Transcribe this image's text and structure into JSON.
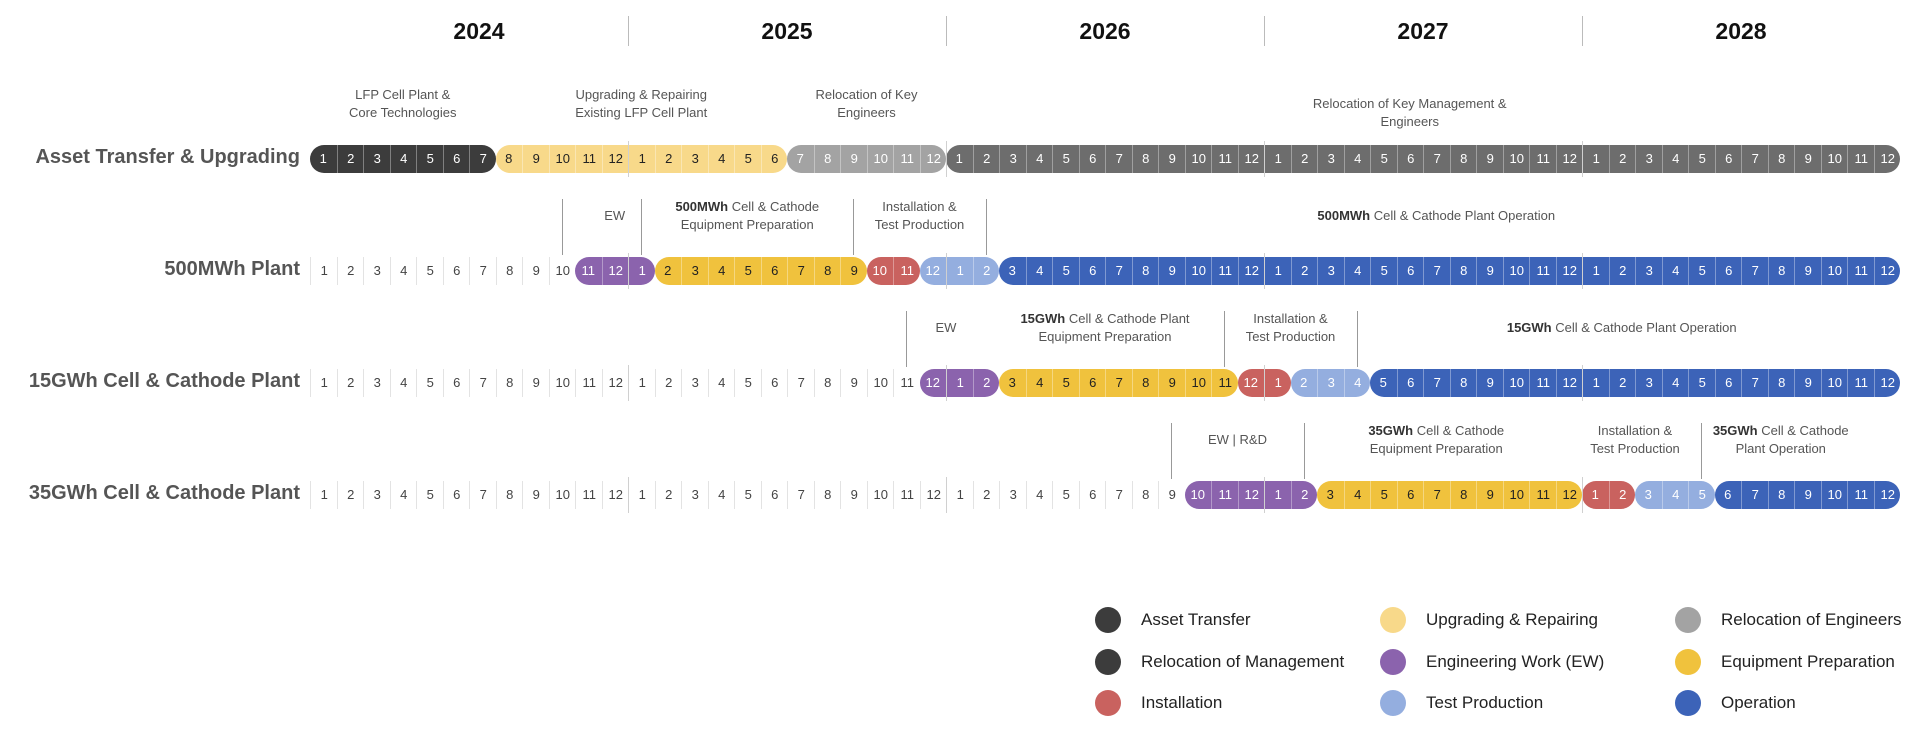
{
  "years": [
    "2024",
    "2025",
    "2026",
    "2027",
    "2028"
  ],
  "colors": {
    "asset": "#3c3c3c",
    "upgrade": "#f8d98a",
    "reloc_eng": "#a3a3a3",
    "reloc_mgmt": "#6d6d6d",
    "ew": "#8b63ad",
    "equip": "#f0c23d",
    "install": "#c9625f",
    "test": "#94aedf",
    "operation": "#3c63b8"
  },
  "rows": [
    {
      "label": "Asset Transfer & Upgrading",
      "segments": [
        {
          "start": 0,
          "end": 6,
          "color": "asset"
        },
        {
          "start": 7,
          "end": 17,
          "color": "upgrade"
        },
        {
          "start": 18,
          "end": 23,
          "color": "reloc_eng"
        },
        {
          "start": 24,
          "end": 59,
          "color": "reloc_mgmt"
        }
      ],
      "annotations": [
        {
          "text": "LFP Cell Plant &\nCore Technologies",
          "center": 3.5
        },
        {
          "text": "Upgrading & Repairing\nExisting LFP Cell Plant",
          "center": 12.5
        },
        {
          "text": "Relocation of Key\nEngineers",
          "center": 21.0
        },
        {
          "text": "Relocation of Key Management & Engineers",
          "center": 41.5
        }
      ]
    },
    {
      "label": "500MWh Plant",
      "segments": [
        {
          "start": 10,
          "end": 12,
          "color": "ew"
        },
        {
          "start": 13,
          "end": 20,
          "color": "equip"
        },
        {
          "start": 21,
          "end": 22,
          "color": "install"
        },
        {
          "start": 23,
          "end": 25,
          "color": "test"
        },
        {
          "start": 26,
          "end": 59,
          "color": "operation"
        }
      ],
      "annotations": [
        {
          "text": "EW",
          "center": 11.5,
          "bold": ""
        },
        {
          "text": " Cell & Cathode\nEquipment Preparation",
          "center": 16.5,
          "bold": "500MWh"
        },
        {
          "text": "Installation &\nTest Production",
          "center": 23.0,
          "bold": ""
        },
        {
          "text": " Cell & Cathode Plant Operation",
          "center": 42.5,
          "bold": "500MWh"
        }
      ],
      "dividers": [
        9.5,
        12.5,
        20.5,
        25.5
      ]
    },
    {
      "label": "15GWh Cell & Cathode Plant",
      "segments": [
        {
          "start": 23,
          "end": 25,
          "color": "ew"
        },
        {
          "start": 26,
          "end": 34,
          "color": "equip"
        },
        {
          "start": 35,
          "end": 36,
          "color": "install"
        },
        {
          "start": 37,
          "end": 39,
          "color": "test"
        },
        {
          "start": 40,
          "end": 59,
          "color": "operation"
        }
      ],
      "annotations": [
        {
          "text": "EW",
          "center": 24.0,
          "bold": ""
        },
        {
          "text": " Cell & Cathode Plant\nEquipment Preparation",
          "center": 30.0,
          "bold": "15GWh"
        },
        {
          "text": "Installation &\nTest Production",
          "center": 37.0,
          "bold": ""
        },
        {
          "text": " Cell & Cathode Plant Operation",
          "center": 49.5,
          "bold": "15GWh"
        }
      ],
      "dividers": [
        22.5,
        34.5,
        39.5
      ]
    },
    {
      "label": "35GWh Cell & Cathode Plant",
      "segments": [
        {
          "start": 33,
          "end": 37,
          "color": "ew"
        },
        {
          "start": 38,
          "end": 47,
          "color": "equip"
        },
        {
          "start": 48,
          "end": 49,
          "color": "install"
        },
        {
          "start": 50,
          "end": 52,
          "color": "test"
        },
        {
          "start": 53,
          "end": 59,
          "color": "operation"
        }
      ],
      "annotations": [
        {
          "text": "EW | R&D",
          "center": 35.0,
          "bold": ""
        },
        {
          "text": " Cell & Cathode\nEquipment Preparation",
          "center": 42.5,
          "bold": "35GWh"
        },
        {
          "text": "Installation &\nTest Production",
          "center": 50.0,
          "bold": ""
        },
        {
          "text": " Cell & Cathode\nPlant Operation",
          "center": 55.5,
          "bold": "35GWh"
        }
      ],
      "dividers": [
        32.5,
        37.5,
        52.5
      ]
    }
  ],
  "legend": [
    {
      "label": "Asset Transfer",
      "color": "asset"
    },
    {
      "label": "Upgrading & Repairing",
      "color": "upgrade"
    },
    {
      "label": "Relocation of Engineers",
      "color": "reloc_eng"
    },
    {
      "label": "Relocation of Management",
      "color": "asset"
    },
    {
      "label": "Engineering Work (EW)",
      "color": "ew"
    },
    {
      "label": "Equipment Preparation",
      "color": "equip"
    },
    {
      "label": "Installation",
      "color": "install"
    },
    {
      "label": "Test Production",
      "color": "test"
    },
    {
      "label": "Operation",
      "color": "operation"
    }
  ]
}
